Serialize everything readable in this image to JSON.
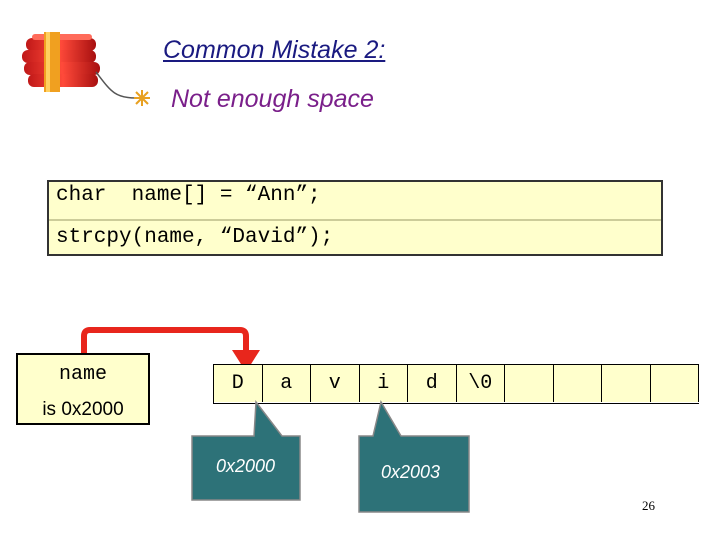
{
  "slide": {
    "title": "Common Mistake 2:",
    "subtitle": "Not enough space",
    "page_number": "26"
  },
  "code": {
    "line1": "char  name[] = “Ann”;",
    "line2": "strcpy(name, “David”);"
  },
  "name_box": {
    "label": "name",
    "address": "is 0x2000"
  },
  "memory": {
    "cells": [
      "D",
      "a",
      "v",
      "i",
      "d",
      "\\0",
      "",
      "",
      "",
      ""
    ]
  },
  "callouts": [
    {
      "text": "0x2000"
    },
    {
      "text": "0x2003"
    }
  ],
  "colors": {
    "title": "#1a1a80",
    "subtitle": "#7a1f8a",
    "code_bg": "#ffffcc",
    "callout_fill": "#2d7278",
    "arrow": "#e8261c"
  },
  "icons": {
    "decoration": "dynamite-icon"
  }
}
